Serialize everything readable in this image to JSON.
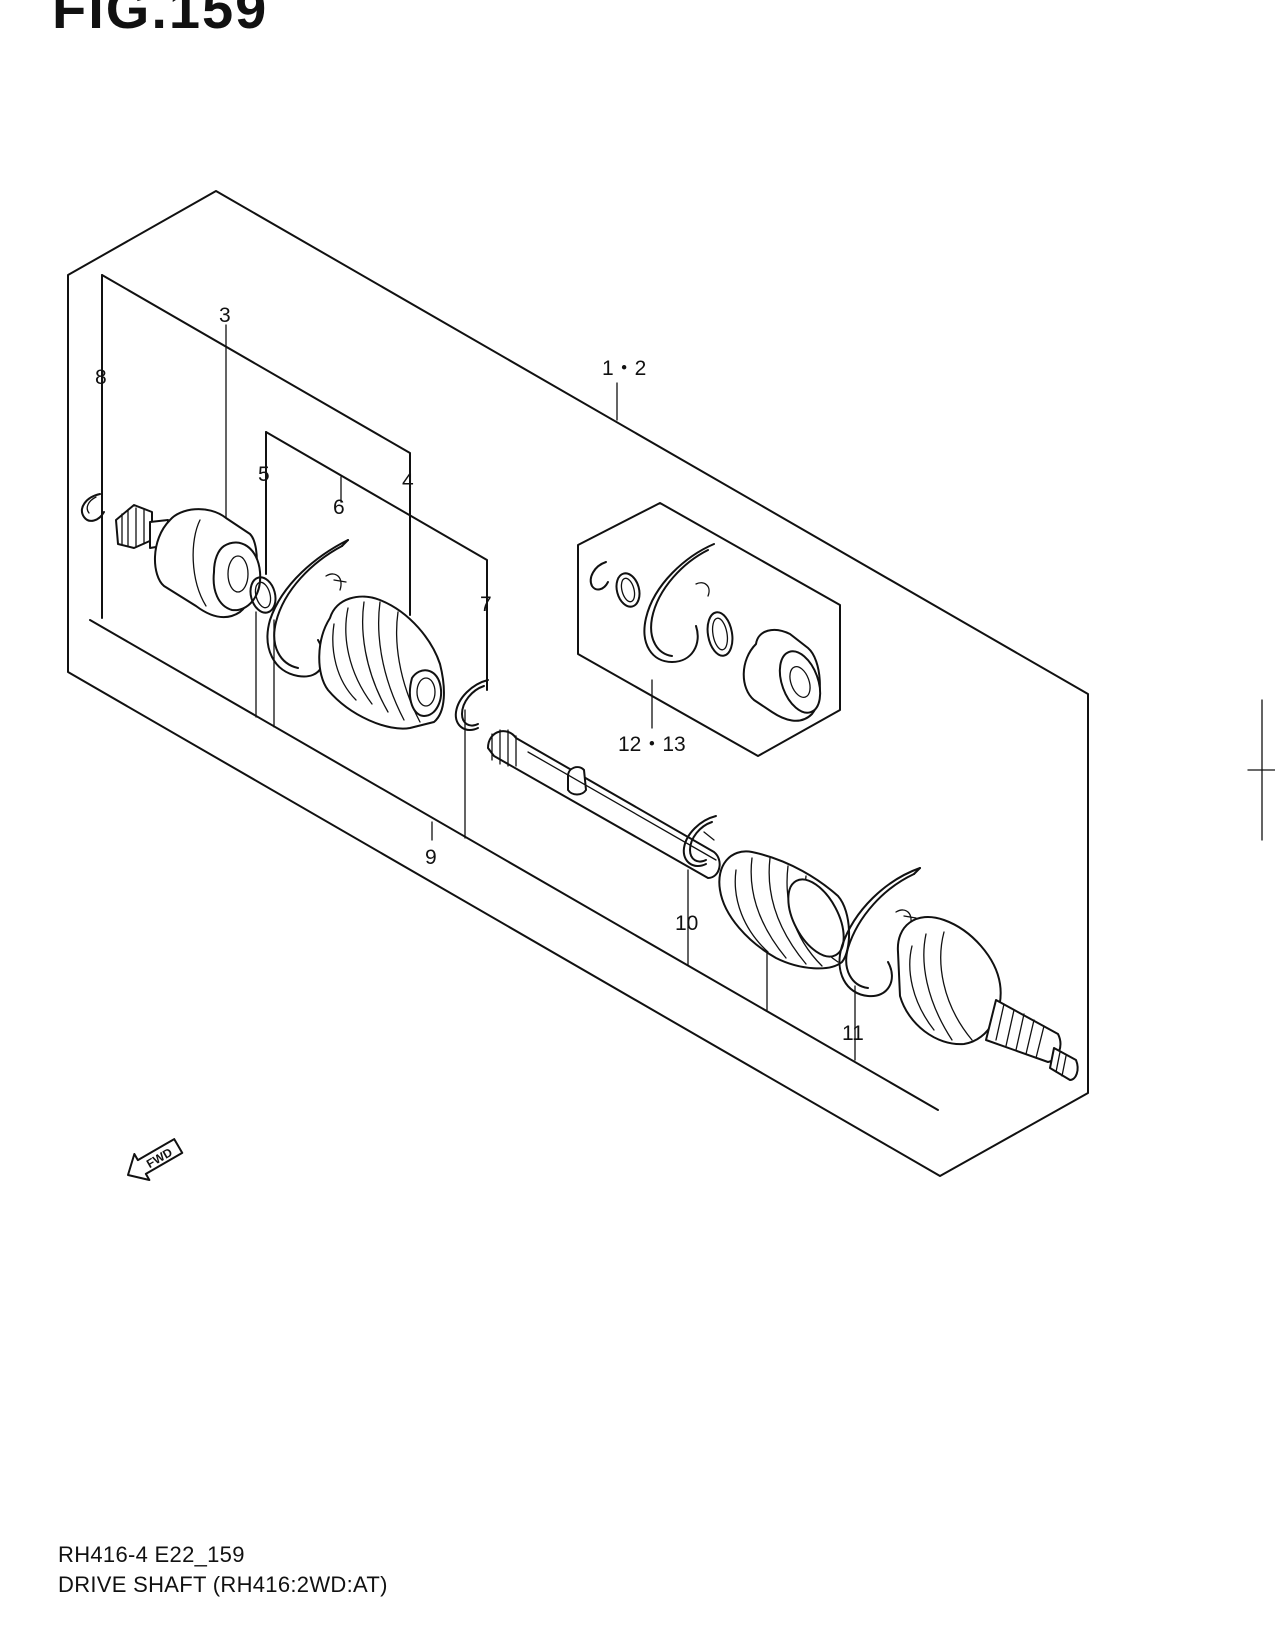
{
  "figure": {
    "number": "FIG.159"
  },
  "footer": {
    "code": "RH416-4 E22_159",
    "title": "DRIVE SHAFT (RH416:2WD:AT)"
  },
  "fwd_label": "FWD",
  "callouts": {
    "c12": "1・2",
    "c3": "3",
    "c4": "4",
    "c5": "5",
    "c6": "6",
    "c7": "7",
    "c8": "8",
    "c9": "9",
    "c10": "10",
    "c11": "11",
    "c1213": "12・13"
  }
}
